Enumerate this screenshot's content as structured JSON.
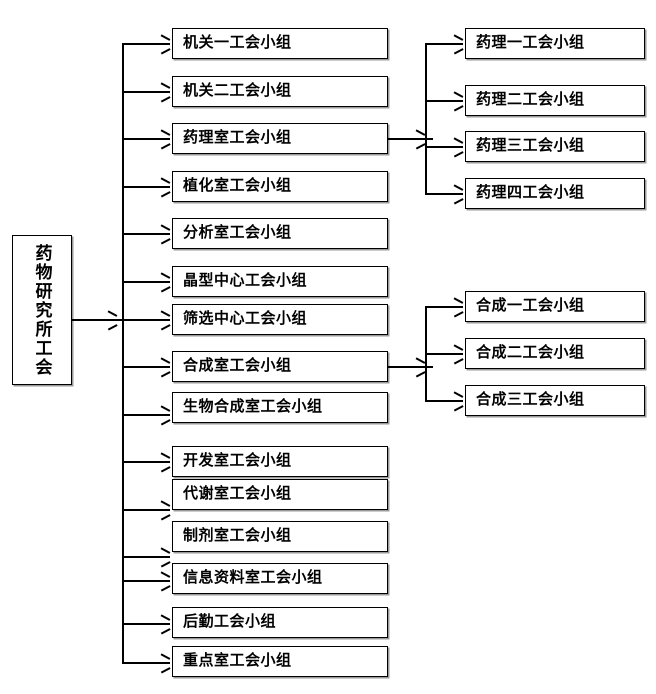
{
  "diagram": {
    "type": "organization-chart",
    "title_text": "药物研究所工会",
    "orientation": "left-to-right",
    "colors": {
      "line": "#000000",
      "box_border": "#000000",
      "box_fill": "#ffffff",
      "shadow": "#9a9a9a",
      "text": "#000000"
    },
    "root": {
      "label": "药物研究所工会",
      "orientation": "vertical-text"
    },
    "level2": [
      {
        "label": "机关一工会小组",
        "has_children": false
      },
      {
        "label": "机关二工会小组",
        "has_children": false
      },
      {
        "label": "药理室工会小组",
        "has_children": true
      },
      {
        "label": "植化室工会小组",
        "has_children": false
      },
      {
        "label": "分析室工会小组",
        "has_children": false
      },
      {
        "label": "晶型中心工会小组",
        "has_children": false
      },
      {
        "label": "筛选中心工会小组",
        "has_children": false
      },
      {
        "label": "合成室工会小组",
        "has_children": true
      },
      {
        "label": "生物合成室工会小组",
        "has_children": false
      },
      {
        "label": "开发室工会小组",
        "has_children": false
      },
      {
        "label": "代谢室工会小组",
        "has_children": false
      },
      {
        "label": "制剂室工会小组",
        "has_children": false
      },
      {
        "label": "信息资料室工会小组",
        "has_children": false
      },
      {
        "label": "后勤工会小组",
        "has_children": false
      },
      {
        "label": "重点室工会小组",
        "has_children": false
      }
    ],
    "level3_pharmacology": {
      "parent": "药理室工会小组",
      "items": [
        {
          "label": "药理一工会小组"
        },
        {
          "label": "药理二工会小组"
        },
        {
          "label": "药理三工会小组"
        },
        {
          "label": "药理四工会小组"
        }
      ]
    },
    "level3_synthesis": {
      "parent": "合成室工会小组",
      "items": [
        {
          "label": "合成一工会小组"
        },
        {
          "label": "合成二工会小组"
        },
        {
          "label": "合成三工会小组"
        }
      ]
    }
  }
}
